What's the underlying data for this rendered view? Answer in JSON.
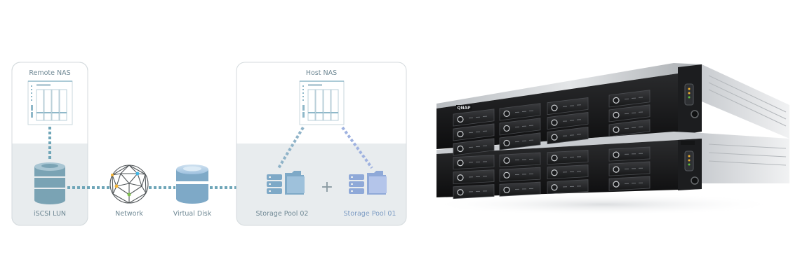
{
  "diagram": {
    "remote_nas": {
      "title": "Remote NAS",
      "lun_label": "iSCSI LUN"
    },
    "network_label": "Network",
    "virtual_disk_label": "Virtual Disk",
    "host_nas": {
      "title": "Host NAS",
      "pool_a_label": "Storage Pool 02",
      "pool_b_label": "Storage Pool 01",
      "plus_symbol": "+"
    }
  },
  "product": {
    "brand": "QNAP"
  },
  "colors": {
    "panel_bg": "#e8ecee",
    "panel_border": "#d4dadd",
    "connector": "#6fa6b8",
    "pool_blue": "#8fa9d8",
    "label_gray": "#6f8894"
  }
}
